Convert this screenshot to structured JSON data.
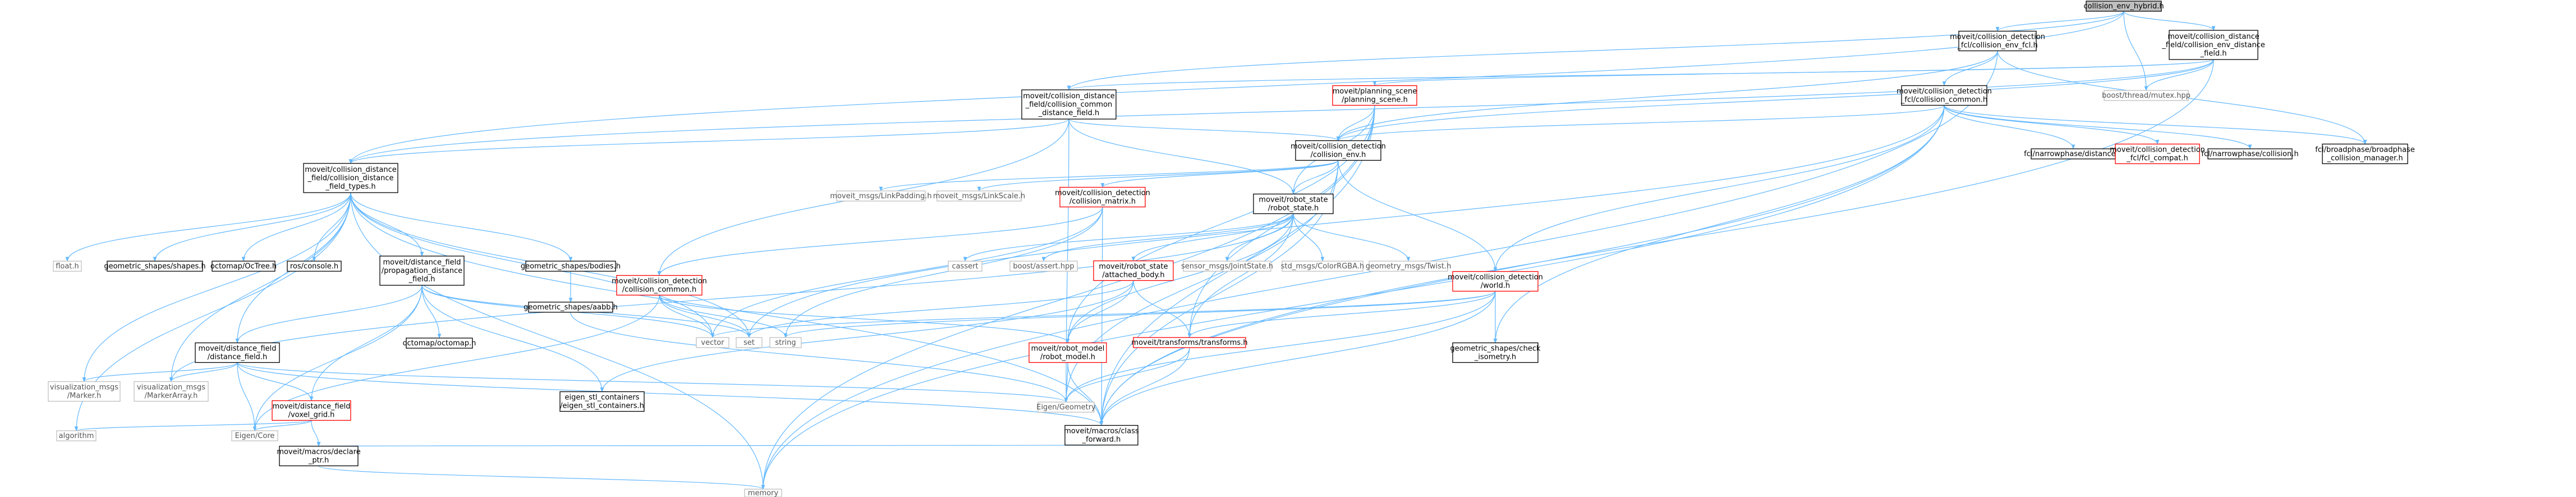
{
  "diagram": {
    "type": "include-dependency-graph",
    "colors": {
      "root_fill": "#bfbfbf",
      "node_border": "#000000",
      "missing_border": "#bfbfbf",
      "truncated_border": "#ff0000",
      "edge": "#63b8ff"
    },
    "nodes": [
      {
        "id": "root",
        "lines": [
          "collision_env_hybrid.h"
        ],
        "style": "root"
      },
      {
        "id": "ced_env_distance",
        "lines": [
          "moveit/collision_distance",
          "_field/collision_env_distance",
          "_field.h"
        ],
        "style": "normal"
      },
      {
        "id": "cd_fcl_env",
        "lines": [
          "moveit/collision_detection",
          "_fcl/collision_env_fcl.h"
        ],
        "style": "normal"
      },
      {
        "id": "ced_common_distance",
        "lines": [
          "moveit/collision_distance",
          "_field/collision_common",
          "_distance_field.h"
        ],
        "style": "normal"
      },
      {
        "id": "ps_planning_scene",
        "lines": [
          "moveit/planning_scene",
          "/planning_scene.h"
        ],
        "style": "truncated"
      },
      {
        "id": "boost_thread_mutex",
        "lines": [
          "boost/thread/mutex.hpp"
        ],
        "style": "missing"
      },
      {
        "id": "fcl_common",
        "lines": [
          "moveit/collision_detection",
          "_fcl/collision_common.h"
        ],
        "style": "normal"
      },
      {
        "id": "cd_collision_env",
        "lines": [
          "moveit/collision_detection",
          "/collision_env.h"
        ],
        "style": "normal"
      },
      {
        "id": "ced_types",
        "lines": [
          "moveit/collision_distance",
          "_field/collision_distance",
          "_field_types.h"
        ],
        "style": "normal"
      },
      {
        "id": "fcl_distance",
        "lines": [
          "fcl/narrowphase/distance.h"
        ],
        "style": "normal"
      },
      {
        "id": "fcl_compat",
        "lines": [
          "moveit/collision_detection",
          "_fcl/fcl_compat.h"
        ],
        "style": "truncated"
      },
      {
        "id": "fcl_collision",
        "lines": [
          "fcl/narrowphase/collision.h"
        ],
        "style": "normal"
      },
      {
        "id": "fcl_broadphase",
        "lines": [
          "fcl/broadphase/broadphase",
          "_collision_manager.h"
        ],
        "style": "normal"
      },
      {
        "id": "msg_link_padding",
        "lines": [
          "moveit_msgs/LinkPadding.h"
        ],
        "style": "missing"
      },
      {
        "id": "msg_link_scale",
        "lines": [
          "moveit_msgs/LinkScale.h"
        ],
        "style": "missing"
      },
      {
        "id": "cd_collision_matrix",
        "lines": [
          "moveit/collision_detection",
          "/collision_matrix.h"
        ],
        "style": "truncated"
      },
      {
        "id": "rs_robot_state",
        "lines": [
          "moveit/robot_state",
          "/robot_state.h"
        ],
        "style": "normal"
      },
      {
        "id": "float_h",
        "lines": [
          "float.h"
        ],
        "style": "missing"
      },
      {
        "id": "gs_shapes",
        "lines": [
          "geometric_shapes/shapes.h"
        ],
        "style": "normal"
      },
      {
        "id": "octomap_octree",
        "lines": [
          "octomap/OcTree.h"
        ],
        "style": "normal"
      },
      {
        "id": "ros_console",
        "lines": [
          "ros/console.h"
        ],
        "style": "normal"
      },
      {
        "id": "df_propagation",
        "lines": [
          "moveit/distance_field",
          "/propagation_distance",
          "_field.h"
        ],
        "style": "normal"
      },
      {
        "id": "gs_bodies",
        "lines": [
          "geometric_shapes/bodies.h"
        ],
        "style": "normal"
      },
      {
        "id": "cd_collision_common",
        "lines": [
          "moveit/collision_detection",
          "/collision_common.h"
        ],
        "style": "truncated"
      },
      {
        "id": "cassert",
        "lines": [
          "cassert"
        ],
        "style": "missing"
      },
      {
        "id": "boost_assert",
        "lines": [
          "boost/assert.hpp"
        ],
        "style": "missing"
      },
      {
        "id": "rs_attached_body",
        "lines": [
          "moveit/robot_state",
          "/attached_body.h"
        ],
        "style": "truncated"
      },
      {
        "id": "msg_joint_state",
        "lines": [
          "sensor_msgs/JointState.h"
        ],
        "style": "missing"
      },
      {
        "id": "msg_color_rgba",
        "lines": [
          "std_msgs/ColorRGBA.h"
        ],
        "style": "missing"
      },
      {
        "id": "msg_twist",
        "lines": [
          "geometry_msgs/Twist.h"
        ],
        "style": "missing"
      },
      {
        "id": "cd_world",
        "lines": [
          "moveit/collision_detection",
          "/world.h"
        ],
        "style": "truncated"
      },
      {
        "id": "gs_aabb",
        "lines": [
          "geometric_shapes/aabb.h"
        ],
        "style": "normal"
      },
      {
        "id": "octomap_h",
        "lines": [
          "octomap/octomap.h"
        ],
        "style": "normal"
      },
      {
        "id": "df_distance_field",
        "lines": [
          "moveit/distance_field",
          "/distance_field.h"
        ],
        "style": "normal"
      },
      {
        "id": "vector",
        "lines": [
          "vector"
        ],
        "style": "missing"
      },
      {
        "id": "set",
        "lines": [
          "set"
        ],
        "style": "missing"
      },
      {
        "id": "string",
        "lines": [
          "string"
        ],
        "style": "missing"
      },
      {
        "id": "rm_robot_model",
        "lines": [
          "moveit/robot_model",
          "/robot_model.h"
        ],
        "style": "truncated"
      },
      {
        "id": "tf_transforms",
        "lines": [
          "moveit/transforms/transforms.h"
        ],
        "style": "truncated"
      },
      {
        "id": "gs_check_isometry",
        "lines": [
          "geometric_shapes/check",
          "_isometry.h"
        ],
        "style": "normal"
      },
      {
        "id": "msg_marker",
        "lines": [
          "visualization_msgs",
          "/Marker.h"
        ],
        "style": "missing"
      },
      {
        "id": "msg_marker_array",
        "lines": [
          "visualization_msgs",
          "/MarkerArray.h"
        ],
        "style": "missing"
      },
      {
        "id": "df_voxel_grid",
        "lines": [
          "moveit/distance_field",
          "/voxel_grid.h"
        ],
        "style": "truncated"
      },
      {
        "id": "eigen_stl",
        "lines": [
          "eigen_stl_containers",
          "/eigen_stl_containers.h"
        ],
        "style": "normal"
      },
      {
        "id": "eigen_geometry",
        "lines": [
          "Eigen/Geometry"
        ],
        "style": "missing"
      },
      {
        "id": "mm_class_forward",
        "lines": [
          "moveit/macros/class",
          "_forward.h"
        ],
        "style": "normal"
      },
      {
        "id": "algorithm",
        "lines": [
          "algorithm"
        ],
        "style": "missing"
      },
      {
        "id": "eigen_core",
        "lines": [
          "Eigen/Core"
        ],
        "style": "missing"
      },
      {
        "id": "mm_declare_ptr",
        "lines": [
          "moveit/macros/declare",
          "_ptr.h"
        ],
        "style": "normal"
      },
      {
        "id": "memory",
        "lines": [
          "memory"
        ],
        "style": "missing"
      }
    ],
    "edges": [
      [
        "root",
        "ced_env_distance"
      ],
      [
        "root",
        "cd_fcl_env"
      ],
      [
        "root",
        "ced_common_distance"
      ],
      [
        "root",
        "ced_types"
      ],
      [
        "root",
        "boost_thread_mutex"
      ],
      [
        "ced_env_distance",
        "ced_common_distance"
      ],
      [
        "ced_env_distance",
        "ps_planning_scene"
      ],
      [
        "ced_env_distance",
        "boost_thread_mutex"
      ],
      [
        "ced_env_distance",
        "ced_types"
      ],
      [
        "ced_env_distance",
        "cd_collision_env"
      ],
      [
        "ced_env_distance",
        "mm_class_forward"
      ],
      [
        "cd_fcl_env",
        "fcl_common"
      ],
      [
        "cd_fcl_env",
        "cd_collision_env"
      ],
      [
        "cd_fcl_env",
        "fcl_broadphase"
      ],
      [
        "cd_fcl_env",
        "memory"
      ],
      [
        "ced_common_distance",
        "cd_collision_env"
      ],
      [
        "ced_common_distance",
        "rs_robot_state"
      ],
      [
        "ced_common_distance",
        "ced_types"
      ],
      [
        "ced_common_distance",
        "cd_collision_common"
      ],
      [
        "ced_common_distance",
        "eigen_geometry"
      ],
      [
        "ps_planning_scene",
        "cd_collision_env"
      ],
      [
        "ps_planning_scene",
        "rs_robot_state"
      ],
      [
        "ps_planning_scene",
        "rm_robot_model"
      ],
      [
        "ps_planning_scene",
        "tf_transforms"
      ],
      [
        "ps_planning_scene",
        "mm_class_forward"
      ],
      [
        "ps_planning_scene",
        "memory"
      ],
      [
        "fcl_common",
        "cd_collision_env"
      ],
      [
        "fcl_common",
        "fcl_distance"
      ],
      [
        "fcl_common",
        "fcl_compat"
      ],
      [
        "fcl_common",
        "fcl_collision"
      ],
      [
        "fcl_common",
        "fcl_broadphase"
      ],
      [
        "fcl_common",
        "cd_world"
      ],
      [
        "fcl_common",
        "gs_check_isometry"
      ],
      [
        "fcl_common",
        "set"
      ],
      [
        "fcl_common",
        "memory"
      ],
      [
        "fcl_common",
        "mm_class_forward"
      ],
      [
        "cd_collision_env",
        "msg_link_padding"
      ],
      [
        "cd_collision_env",
        "msg_link_scale"
      ],
      [
        "cd_collision_env",
        "cd_collision_matrix"
      ],
      [
        "cd_collision_env",
        "rs_robot_state"
      ],
      [
        "cd_collision_env",
        "cd_world"
      ],
      [
        "cd_collision_env",
        "mm_class_forward"
      ],
      [
        "cd_collision_env",
        "eigen_geometry"
      ],
      [
        "ced_types",
        "float_h"
      ],
      [
        "ced_types",
        "gs_shapes"
      ],
      [
        "ced_types",
        "octomap_octree"
      ],
      [
        "ced_types",
        "ros_console"
      ],
      [
        "ced_types",
        "df_propagation"
      ],
      [
        "ced_types",
        "gs_bodies"
      ],
      [
        "ced_types",
        "df_distance_field"
      ],
      [
        "ced_types",
        "vector"
      ],
      [
        "ced_types",
        "set"
      ],
      [
        "ced_types",
        "msg_marker"
      ],
      [
        "ced_types",
        "msg_marker_array"
      ],
      [
        "ced_types",
        "algorithm"
      ],
      [
        "ced_types",
        "memory"
      ],
      [
        "ced_types",
        "mm_class_forward"
      ],
      [
        "cd_collision_matrix",
        "cd_collision_common"
      ],
      [
        "cd_collision_matrix",
        "vector"
      ],
      [
        "cd_collision_matrix",
        "string"
      ],
      [
        "cd_collision_matrix",
        "mm_class_forward"
      ],
      [
        "rs_robot_state",
        "cassert"
      ],
      [
        "rs_robot_state",
        "boost_assert"
      ],
      [
        "rs_robot_state",
        "rs_attached_body"
      ],
      [
        "rs_robot_state",
        "msg_joint_state"
      ],
      [
        "rs_robot_state",
        "msg_color_rgba"
      ],
      [
        "rs_robot_state",
        "msg_twist"
      ],
      [
        "rs_robot_state",
        "rm_robot_model"
      ],
      [
        "rs_robot_state",
        "tf_transforms"
      ],
      [
        "rs_robot_state",
        "msg_marker_array"
      ],
      [
        "df_propagation",
        "df_distance_field"
      ],
      [
        "df_propagation",
        "octomap_h"
      ],
      [
        "df_propagation",
        "df_voxel_grid"
      ],
      [
        "df_propagation",
        "vector"
      ],
      [
        "df_propagation",
        "eigen_stl"
      ],
      [
        "df_propagation",
        "eigen_core"
      ],
      [
        "df_propagation",
        "set"
      ],
      [
        "gs_bodies",
        "gs_aabb"
      ],
      [
        "cd_collision_common",
        "vector"
      ],
      [
        "cd_collision_common",
        "set"
      ],
      [
        "cd_collision_common",
        "string"
      ],
      [
        "cd_collision_common",
        "rm_robot_model"
      ],
      [
        "cd_collision_common",
        "eigen_core"
      ],
      [
        "rs_attached_body",
        "rm_robot_model"
      ],
      [
        "rs_attached_body",
        "tf_transforms"
      ],
      [
        "rs_attached_body",
        "set"
      ],
      [
        "rs_attached_body",
        "eigen_stl"
      ],
      [
        "cd_world",
        "vector"
      ],
      [
        "cd_world",
        "string"
      ],
      [
        "cd_world",
        "tf_transforms"
      ],
      [
        "cd_world",
        "gs_check_isometry"
      ],
      [
        "cd_world",
        "eigen_geometry"
      ],
      [
        "cd_world",
        "mm_class_forward"
      ],
      [
        "gs_aabb",
        "eigen_geometry"
      ],
      [
        "df_distance_field",
        "df_voxel_grid"
      ],
      [
        "df_distance_field",
        "msg_marker"
      ],
      [
        "df_distance_field",
        "msg_marker_array"
      ],
      [
        "df_distance_field",
        "eigen_geometry"
      ],
      [
        "df_distance_field",
        "eigen_core"
      ],
      [
        "df_distance_field",
        "mm_class_forward"
      ],
      [
        "rm_robot_model",
        "eigen_geometry"
      ],
      [
        "rm_robot_model",
        "mm_class_forward"
      ],
      [
        "tf_transforms",
        "eigen_geometry"
      ],
      [
        "tf_transforms",
        "mm_class_forward"
      ],
      [
        "df_voxel_grid",
        "algorithm"
      ],
      [
        "df_voxel_grid",
        "eigen_core"
      ],
      [
        "df_voxel_grid",
        "mm_declare_ptr"
      ],
      [
        "mm_class_forward",
        "mm_declare_ptr"
      ],
      [
        "mm_declare_ptr",
        "memory"
      ]
    ]
  }
}
